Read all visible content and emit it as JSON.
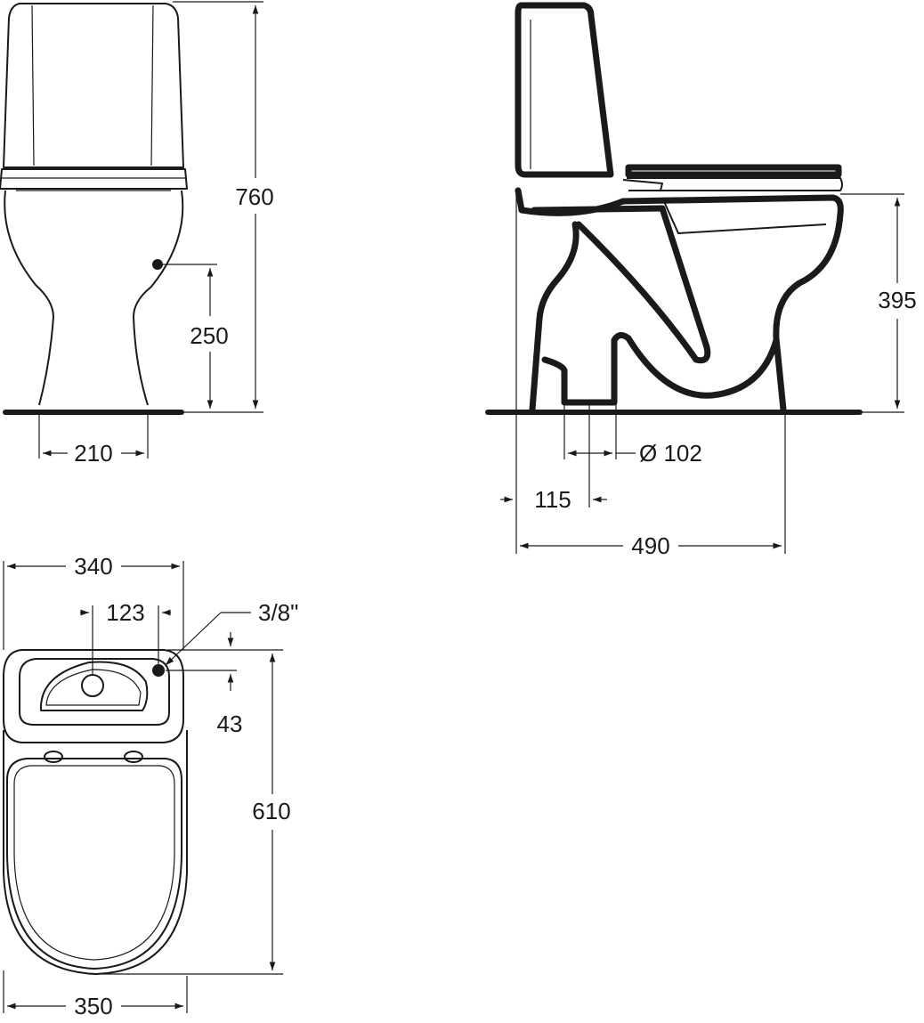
{
  "front_view": {
    "height_total": "760",
    "inlet_height": "250",
    "base_width": "210"
  },
  "side_view": {
    "seat_height": "395",
    "outlet_diameter": "Ø 102",
    "outlet_offset": "115",
    "depth": "490"
  },
  "top_view": {
    "tank_width": "340",
    "inlet_offset": "123",
    "inlet_thread": "3/8\"",
    "inlet_depth": "43",
    "length": "610",
    "bowl_width": "350"
  },
  "colors": {
    "line": "#1a1a1a",
    "background": "#ffffff"
  }
}
